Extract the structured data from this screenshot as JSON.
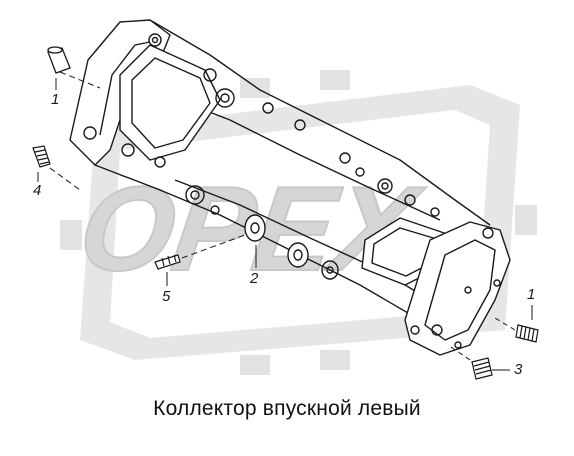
{
  "caption": "Коллектор впускной левый",
  "watermark": {
    "brand_color": "#d9d9d9",
    "text": "OPEX"
  },
  "callouts": {
    "part_1_top": "1",
    "part_4": "4",
    "part_5": "5",
    "part_2": "2",
    "part_1_right": "1",
    "part_3": "3"
  },
  "colors": {
    "line": "#1a1a1a",
    "background": "#ffffff"
  }
}
